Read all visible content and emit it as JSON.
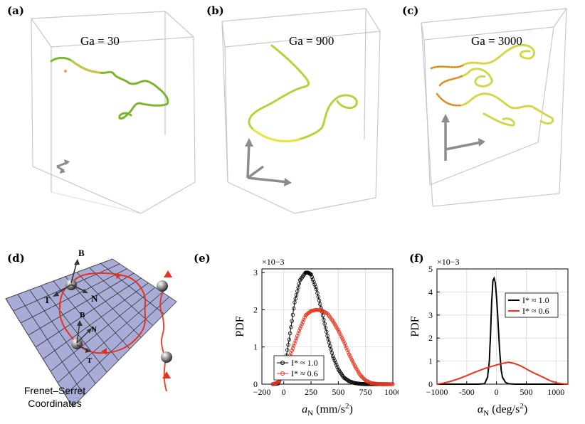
{
  "panels": {
    "a": {
      "label": "(a)",
      "ga": "Ga = 30"
    },
    "b": {
      "label": "(b)",
      "ga": "Ga = 900"
    },
    "c": {
      "label": "(c)",
      "ga": "Ga = 3000"
    },
    "d": {
      "label": "(d)",
      "caption_line1": "Frenet–Serret",
      "caption_line2": "Coordinates",
      "vectors": {
        "B": "B",
        "T": "T",
        "N": "N"
      }
    },
    "e": {
      "label": "(e)"
    },
    "f": {
      "label": "(f)"
    }
  },
  "colors": {
    "red": "#e8321e",
    "black": "#000000",
    "grid": "#d9d9d9",
    "plane": "#a8acd6"
  },
  "chart_data": [
    {
      "type": "line",
      "id": "e",
      "ylabel": "PDF",
      "xlabel": "a_N (mm/s^2)",
      "xlabel_text": "(mm/s",
      "exponent": "×10−3",
      "xlim": [
        -200,
        1000
      ],
      "ylim": [
        0,
        3.1
      ],
      "xticks": [
        -200,
        0,
        250,
        500,
        750,
        1000
      ],
      "xtick_labels": [
        "−200",
        "0",
        "250",
        "500",
        "750",
        "1000"
      ],
      "yticks": [
        0,
        1,
        2,
        3
      ],
      "ytick_labels": [
        "0",
        "1",
        "2",
        "3"
      ],
      "legend_position": "bottom-left",
      "series": [
        {
          "name": "I* ≈ 1.0",
          "color": "#000000",
          "x": [
            -100,
            -50,
            0,
            50,
            100,
            150,
            200,
            225,
            250,
            300,
            350,
            400,
            450,
            500,
            550,
            600,
            650,
            700,
            750,
            800,
            850,
            900,
            950
          ],
          "y": [
            0,
            0.02,
            0.35,
            1.2,
            2.2,
            2.8,
            3.0,
            3.0,
            2.95,
            2.55,
            1.95,
            1.3,
            0.75,
            0.4,
            0.18,
            0.08,
            0.03,
            0.01,
            0,
            0,
            0,
            0,
            0
          ]
        },
        {
          "name": "I* ≈ 0.6",
          "color": "#e8321e",
          "x": [
            -100,
            -50,
            0,
            50,
            100,
            150,
            200,
            250,
            300,
            350,
            400,
            450,
            500,
            550,
            600,
            650,
            700,
            750,
            800,
            850,
            900,
            950,
            1000
          ],
          "y": [
            0,
            0.05,
            0.3,
            0.7,
            1.1,
            1.5,
            1.85,
            1.97,
            2.0,
            1.98,
            1.9,
            1.7,
            1.45,
            1.15,
            0.8,
            0.5,
            0.25,
            0.1,
            0.03,
            0.01,
            0,
            0,
            0
          ]
        }
      ]
    },
    {
      "type": "line",
      "id": "f",
      "ylabel": "PDF",
      "xlabel": "α_N (deg/s^2)",
      "xlabel_text": "(deg/s",
      "exponent": "×10−3",
      "xlim": [
        -1000,
        1200
      ],
      "ylim": [
        0,
        5
      ],
      "xticks": [
        -1000,
        -500,
        0,
        500,
        1000
      ],
      "xtick_labels": [
        "−1000",
        "-500",
        "0",
        "500",
        "1000"
      ],
      "yticks": [
        0,
        1,
        2,
        3,
        4,
        5
      ],
      "ytick_labels": [
        "0",
        "1",
        "2",
        "3",
        "4",
        "5"
      ],
      "legend_position": "top-right",
      "series": [
        {
          "name": "I* ≈ 1.0",
          "color": "#000000",
          "x": [
            -1000,
            -300,
            -200,
            -150,
            -120,
            -100,
            -80,
            -60,
            -40,
            -20,
            0,
            20,
            40,
            60,
            80,
            100,
            150,
            200,
            300,
            1200
          ],
          "y": [
            0,
            0,
            0.02,
            0.3,
            1.0,
            2.2,
            3.6,
            4.5,
            4.6,
            4.4,
            3.8,
            3.0,
            2.0,
            1.2,
            0.6,
            0.3,
            0.08,
            0.02,
            0,
            0
          ]
        },
        {
          "name": "I* ≈ 0.6",
          "color": "#e8321e",
          "x": [
            -1000,
            -900,
            -800,
            -700,
            -600,
            -500,
            -400,
            -300,
            -200,
            -100,
            0,
            100,
            200,
            300,
            400,
            500,
            600,
            700,
            800,
            900,
            1000,
            1100,
            1200
          ],
          "y": [
            0,
            0.04,
            0.1,
            0.18,
            0.27,
            0.37,
            0.48,
            0.58,
            0.68,
            0.76,
            0.83,
            0.9,
            0.95,
            0.9,
            0.8,
            0.66,
            0.52,
            0.4,
            0.28,
            0.15,
            0.06,
            0.02,
            0
          ]
        }
      ]
    }
  ]
}
